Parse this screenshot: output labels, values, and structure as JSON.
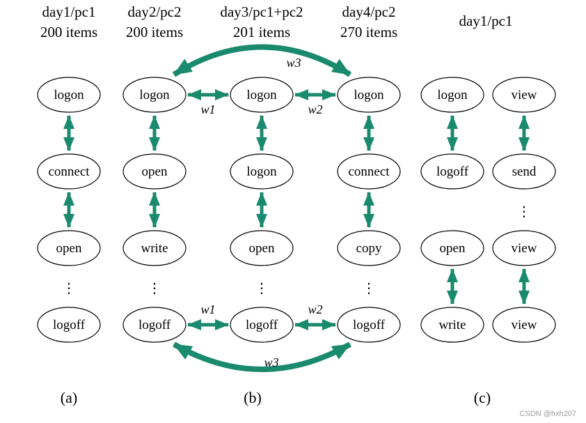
{
  "colors": {
    "arrow": "#1a8a6e"
  },
  "panel_a": {
    "header_line1": "day1/pc1",
    "header_line2": "200 items",
    "nodes": [
      "logon",
      "connect",
      "open",
      "logoff"
    ],
    "label": "(a)"
  },
  "panel_b": {
    "columns": [
      {
        "header_line1": "day2/pc2",
        "header_line2": "200 items",
        "nodes": [
          "logon",
          "open",
          "write",
          "logoff"
        ]
      },
      {
        "header_line1": "day3/pc1+pc2",
        "header_line2": "201 items",
        "nodes": [
          "logon",
          "logon",
          "open",
          "logoff"
        ]
      },
      {
        "header_line1": "day4/pc2",
        "header_line2": "270 items",
        "nodes": [
          "logon",
          "connect",
          "copy",
          "logoff"
        ]
      }
    ],
    "weights": {
      "w1": "w1",
      "w2": "w2",
      "w3": "w3"
    },
    "label": "(b)"
  },
  "panel_c": {
    "header": "day1/pc1",
    "left_nodes": [
      "logon",
      "logoff",
      "open",
      "write"
    ],
    "right_nodes": [
      "view",
      "send",
      "view",
      "view"
    ],
    "label": "(c)"
  },
  "ellipsis": "⋮",
  "watermark": "CSDN @hxh207"
}
